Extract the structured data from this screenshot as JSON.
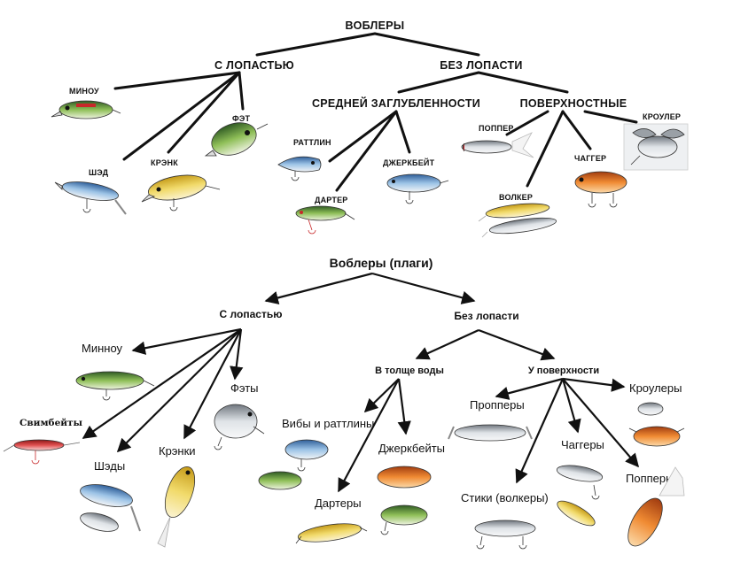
{
  "top": {
    "root": "ВОБЛЕРЫ",
    "with_lip": "С ЛОПАСТЬЮ",
    "without_lip": "БЕЗ ЛОПАСТИ",
    "medium_depth": "СРЕДНЕЙ ЗАГЛУБЛЕННОСТИ",
    "surface": "ПОВЕРХНОСТНЫЕ",
    "minnow": "МИНОУ",
    "shad": "ШЭД",
    "crank": "КРЭНК",
    "fat": "ФЭТ",
    "rattlin": "РАТТЛИН",
    "darter": "ДАРТЕР",
    "jerkbait": "ДЖЕРКБЕЙТ",
    "popper": "ПОППЕР",
    "walker": "ВОЛКЕР",
    "chugger": "ЧАГГЕР",
    "crawler": "КРОУЛЕР"
  },
  "bottom": {
    "root": "Воблеры (плаги)",
    "with_lip": "С лопастью",
    "without_lip": "Без лопасти",
    "in_water": "В толще воды",
    "at_surface": "У поверхности",
    "minnow": "Минноу",
    "swimbaits": "Свимбейты",
    "shads": "Шэды",
    "cranks": "Крэнки",
    "fats": "Фэты",
    "vibes": "Вибы и раттлины",
    "jerkbaits": "Джеркбейты",
    "darters": "Дартеры",
    "proppers": "Пропперы",
    "crawlers": "Кроулеры",
    "chuggers": "Чаггеры",
    "sticks": "Стики (волкеры)",
    "poppers": "Попперы"
  },
  "colors": {
    "line": "#111111",
    "lure_blue": "#3a79b8",
    "lure_yellow": "#e2c03a",
    "lure_orange": "#e06a1c",
    "lure_green": "#6aa33a",
    "lure_silver": "#c9cdd2",
    "lure_red": "#c8282a"
  }
}
